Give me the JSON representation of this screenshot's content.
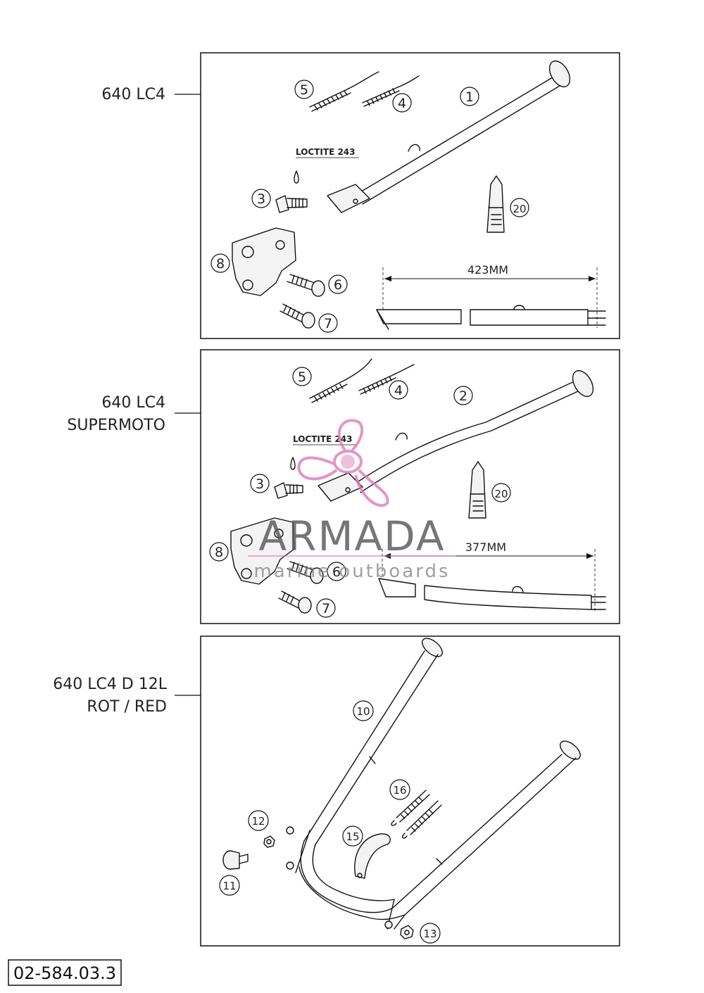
{
  "panels": [
    {
      "label_lines": [
        "640 LC4"
      ],
      "loctite": "LOCTITE 243",
      "dimension": "423MM",
      "callouts": [
        "5",
        "4",
        "1",
        "3",
        "20",
        "8",
        "6",
        "7"
      ]
    },
    {
      "label_lines": [
        "640 LC4",
        "SUPERMOTO"
      ],
      "loctite": "LOCTITE 243",
      "dimension": "377MM",
      "callouts": [
        "5",
        "4",
        "2",
        "3",
        "20",
        "8",
        "6",
        "7"
      ]
    },
    {
      "label_lines": [
        "640 LC4 D 12L",
        "ROT / RED"
      ],
      "callouts": [
        "10",
        "16",
        "12",
        "15",
        "11",
        "13"
      ]
    }
  ],
  "drawing_code": "02-584.03.3",
  "watermark": {
    "brand": "ARMADA",
    "tagline": "marine outboards",
    "logo_color": "#e07ab8",
    "icon": "propeller-logo-icon"
  }
}
